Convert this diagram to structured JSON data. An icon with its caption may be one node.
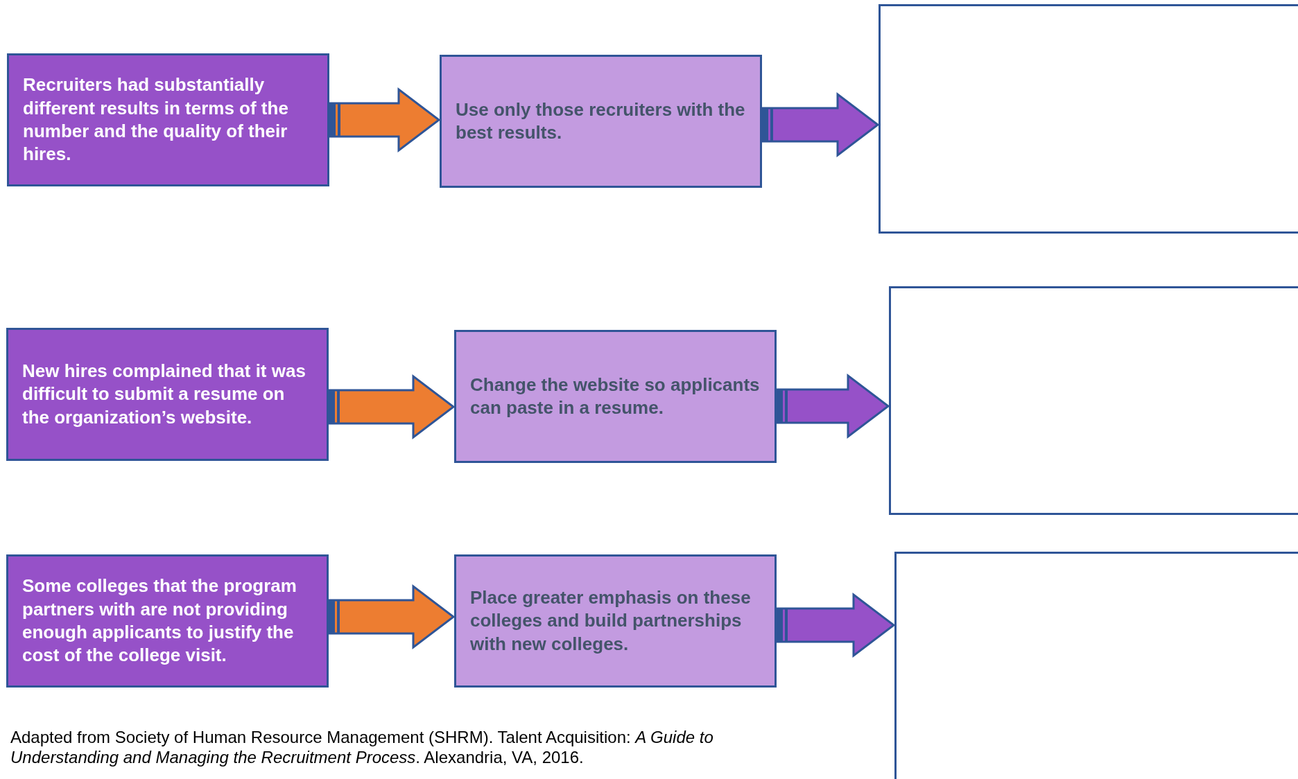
{
  "diagram": {
    "nodes": [
      {
        "text": [
          "Recruiters had substantially different results in terms of the number and the quality of their hires."
        ]
      },
      {
        "text": [
          "Use only those recruiters with the best results."
        ]
      },
      {
        "text": [],
        "shape": "box"
      },
      {
        "text": [
          "New hires complained that it was difficult to submit a resume on the organization’s website."
        ]
      },
      {
        "text": [
          "Change the website so applicants can paste in a resume."
        ]
      },
      {
        "text": [],
        "shape": "box"
      },
      {
        "text": [
          "Some colleges that the program partners with are not providing enough applicants to justify the cost of the college visit."
        ]
      },
      {
        "text": [
          "Place greater emphasis on these colleges and build partnerships with new colleges."
        ]
      },
      {
        "text": [],
        "shape": "box"
      }
    ],
    "edges": [
      {
        "from": 0,
        "to": 1,
        "arrow": "to",
        "style": "thick",
        "color": "#ed7d31"
      },
      {
        "from": 1,
        "to": 2,
        "arrow": "to",
        "style": "thick",
        "color": "#9651c8"
      },
      {
        "from": 3,
        "to": 4,
        "arrow": "to",
        "style": "thick",
        "color": "#ed7d31"
      },
      {
        "from": 4,
        "to": 5,
        "arrow": "to",
        "style": "thick",
        "color": "#9651c8"
      },
      {
        "from": 6,
        "to": 7,
        "arrow": "to",
        "style": "thick",
        "color": "#ed7d31"
      },
      {
        "from": 7,
        "to": 8,
        "arrow": "to",
        "style": "thick",
        "color": "#9651c8"
      }
    ],
    "caption": "Adapted from Society of Human Resource Management (SHRM). Talent Acquisition: *A Guide to Understanding and Managing the Recruitment Process*. Alexandria, VA, 2016."
  }
}
